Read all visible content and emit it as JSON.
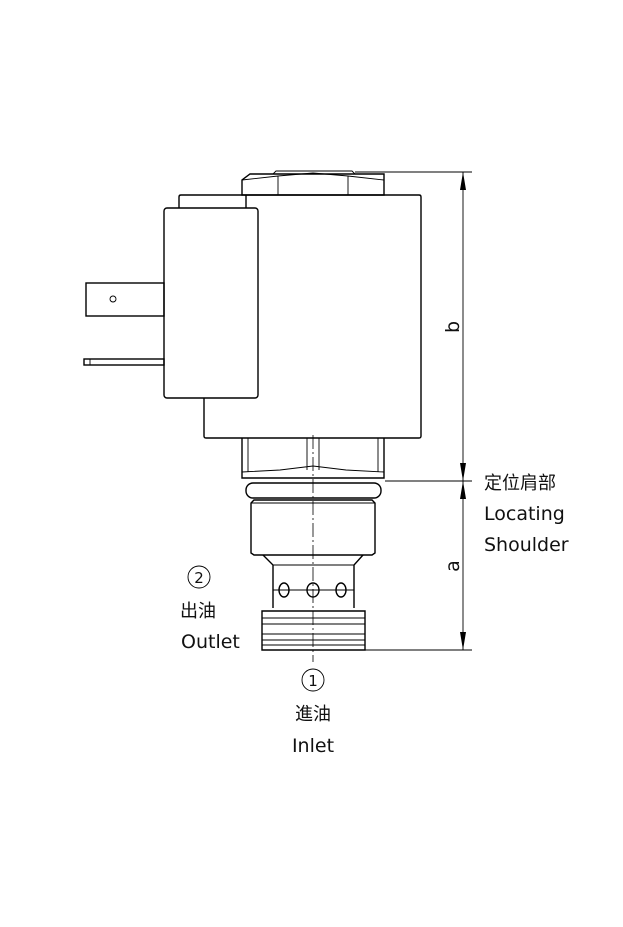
{
  "dimensions": {
    "b": "b",
    "a": "a"
  },
  "shoulder": {
    "zh": "定位肩部",
    "en1": "Locating",
    "en2": "Shoulder"
  },
  "outlet": {
    "num": "2",
    "zh": "出油",
    "en": "Outlet"
  },
  "inlet": {
    "num": "1",
    "zh": "進油",
    "en": "Inlet"
  }
}
